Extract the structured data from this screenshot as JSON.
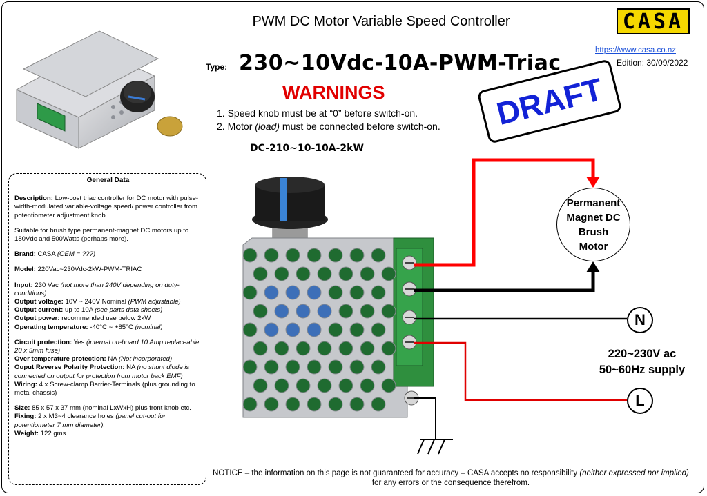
{
  "header": {
    "title": "PWM DC Motor Variable Speed Controller",
    "logo": "CASA",
    "url": "https://www.casa.co.nz",
    "edition": "Edition: 30/09/2022",
    "type_label": "Type:",
    "type_value": "230~10Vdc-10A-PWM-Triac",
    "stamp": "DRAFT"
  },
  "warnings": {
    "title": "WARNINGS",
    "item1": "1. Speed knob must be at “0” before switch-on.",
    "item2_a": "2. Motor ",
    "item2_b": "(load)",
    "item2_c": " must be connected before switch-on."
  },
  "model_code": "DC-210~10-10A-2kW",
  "general_data": {
    "title": "General Data",
    "desc_label": "Description:",
    "desc": " Low-cost triac controller for DC motor with pulse-width-modulated variable-voltage speed/ power controller from potentiometer adjustment knob.",
    "suitable": "Suitable for brush type permanent-magnet DC motors up to 180Vdc and 500Watts (perhaps more).",
    "brand_label": "Brand:",
    "brand": " CASA ",
    "brand_note": "(OEM = ???)",
    "model_label": "Model:",
    "model": " 220Vac~230Vdc-2kW-PWM-TRIAC",
    "input_label": "Input:",
    "input": " 230 Vac ",
    "input_note": "(not more than 240V depending on duty-conditions)",
    "outv_label": "Output voltage:",
    "outv": " 10V ~ 240V Nominal ",
    "outv_note": "(PWM adjustable)",
    "outc_label": "Output current:",
    "outc": " up to 10A ",
    "outc_note": "(see parts data sheets)",
    "outp_label": "Output power:",
    "outp": " recommended use below 2kW",
    "temp_label": "Operating temperature:",
    "temp": " -40°C ~ +85°C ",
    "temp_note": "(nominal)",
    "cp_label": "Circuit protection:",
    "cp": " Yes ",
    "cp_note": "(internal on-board 10 Amp replaceable 20 x 5mm fuse)",
    "otp_label": "Over temperature protection:",
    "otp": " NA ",
    "otp_note": "(Not incorporated)",
    "orp_label": "Ouput Reverse Polarity Protection:",
    "orp": " NA ",
    "orp_note": "(no shunt diode is connected on output for protection from motor back EMF)",
    "wiring_label": "Wiring:",
    "wiring": " 4 x Screw-clamp Barrier-Terminals (plus grounding to metal chassis)",
    "size_label": "Size:",
    "size": " 85 x 57 x 37 mm ",
    "size_note": "(nominal LxWxH) plus front knob etc.",
    "fixing_label": "Fixing:",
    "fixing": " 2 x M3~4 clearance holes ",
    "fixing_note": "(panel cut-out for potentiometer 7 mm diameter).",
    "weight_label": "Weight:",
    "weight": " 122 gms"
  },
  "diagram": {
    "motor_line1": "Permanent",
    "motor_line2": "Magnet DC",
    "motor_line3": "Brush",
    "motor_line4": "Motor",
    "terminal_n": "N",
    "terminal_l": "L",
    "supply_line1": "220~230V ac",
    "supply_line2": "50~60Hz supply",
    "colors": {
      "positive": "#ff0000",
      "negative": "#000000",
      "live": "#e00000",
      "board": "#2e8b3a"
    }
  },
  "notice": {
    "a": "NOTICE – the information on this page is not guaranteed for accuracy – CASA accepts no responsibility ",
    "b": "(neither expressed nor implied)",
    "c": " for any errors or the consequence therefrom."
  }
}
